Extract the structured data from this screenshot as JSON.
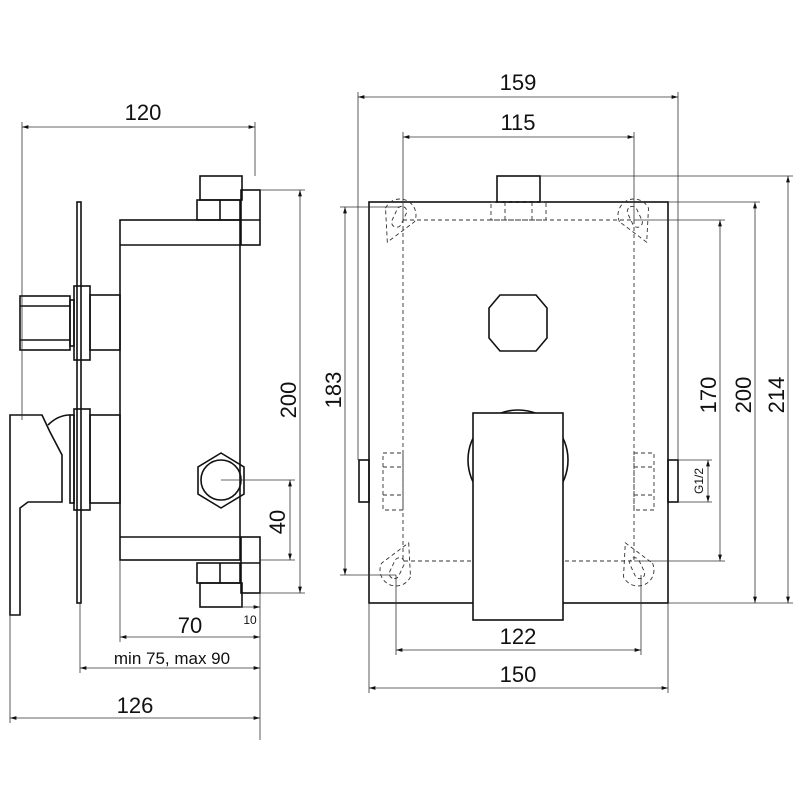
{
  "side_view": {
    "overall_width": "120",
    "height": "200",
    "outlet_offset": "40",
    "nut_offset": "10",
    "body_depth": "70",
    "install_depth": "min 75, max 90",
    "total_depth": "126"
  },
  "front_view": {
    "plate_width": "159",
    "fixing_span_top": "115",
    "fixing_height": "183",
    "inner_height": "170",
    "body_height": "200",
    "total_height": "214",
    "thread": "G1/2",
    "fixing_span_bottom": "122",
    "body_width": "150"
  }
}
